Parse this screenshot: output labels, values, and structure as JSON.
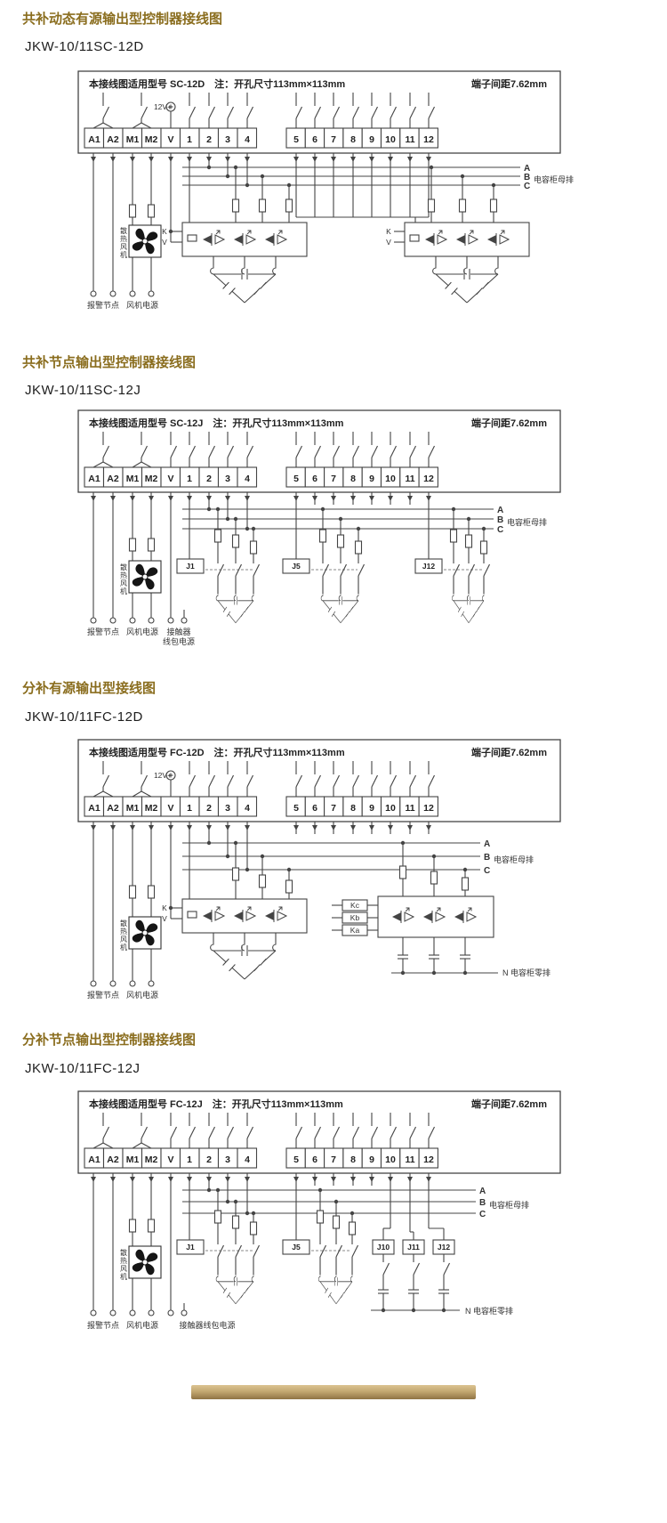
{
  "colors": {
    "title": "#8a6d1e",
    "line": "#444444",
    "decor_bar": "#b89a63"
  },
  "terminals": {
    "left": [
      "A1",
      "A2",
      "M1",
      "M2",
      "V",
      "1",
      "2",
      "3",
      "4"
    ],
    "right": [
      "5",
      "6",
      "7",
      "8",
      "9",
      "10",
      "11",
      "12"
    ]
  },
  "shared": {
    "header_right": "端子间距7.62mm",
    "busbar_label": "电容柜母排",
    "neutral_label": "N 电容柜零排",
    "phases": [
      "A",
      "B",
      "C"
    ],
    "alarm_label": "报警节点",
    "fan_power_label": "风机电源",
    "fan_label": "散热风机",
    "supply_label": "12V+",
    "k_label": "K",
    "v_label": "V"
  },
  "sections": [
    {
      "title": "共补动态有源输出型控制器接线图",
      "model": "JKW-10/11SC-12D",
      "header_left": "本接线图适用型号 SC-12D　注：开孔尺寸113mm×113mm"
    },
    {
      "title": "共补节点输出型控制器接线图",
      "model": "JKW-10/11SC-12J",
      "header_left": "本接线图适用型号 SC-12J　注：开孔尺寸113mm×113mm",
      "relays": [
        "J1",
        "J5",
        "J12"
      ],
      "coil_power_label_1": "接触器",
      "coil_power_label_2": "线包电源"
    },
    {
      "title": "分补有源输出型接线图",
      "model": "JKW-10/11FC-12D",
      "header_left": "本接线图适用型号 FC-12D　注：开孔尺寸113mm×113mm",
      "k_branches": [
        "Kc",
        "Kb",
        "Ka"
      ]
    },
    {
      "title": "分补节点输出型控制器接线图",
      "model": "JKW-10/11FC-12J",
      "header_left": "本接线图适用型号 FC-12J　注：开孔尺寸113mm×113mm",
      "relays": [
        "J1",
        "J5",
        "J10",
        "J11",
        "J12"
      ],
      "coil_power_label": "接触器线包电源"
    }
  ]
}
